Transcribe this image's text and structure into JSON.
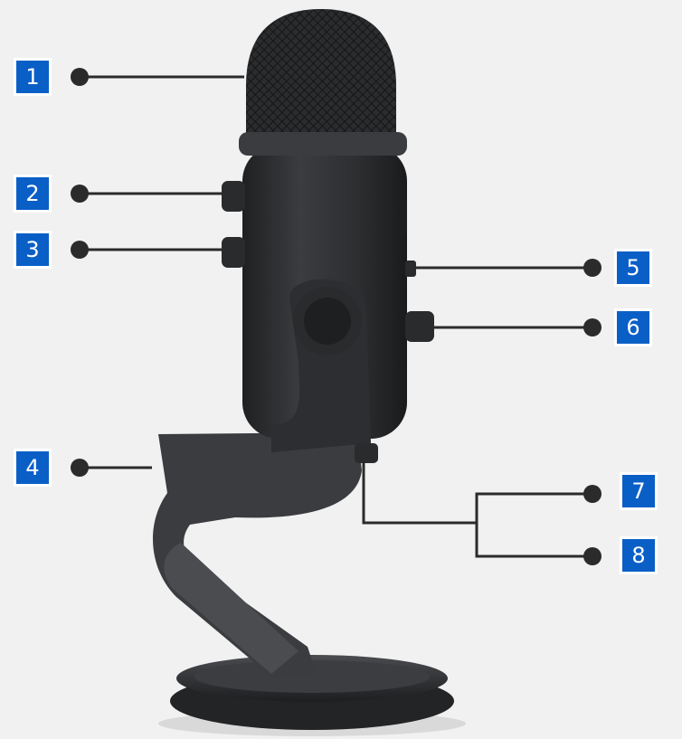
{
  "callouts": [
    {
      "id": "1",
      "label": "1"
    },
    {
      "id": "2",
      "label": "2"
    },
    {
      "id": "3",
      "label": "3"
    },
    {
      "id": "4",
      "label": "4"
    },
    {
      "id": "5",
      "label": "5"
    },
    {
      "id": "6",
      "label": "6"
    },
    {
      "id": "7",
      "label": "7"
    },
    {
      "id": "8",
      "label": "8"
    }
  ],
  "colors": {
    "badge_fill": "#0a5fc7",
    "badge_text": "#ffffff",
    "leader_line": "#2b2b2b",
    "microphone_body": "#2f3133",
    "background": "#f1f1f1"
  }
}
